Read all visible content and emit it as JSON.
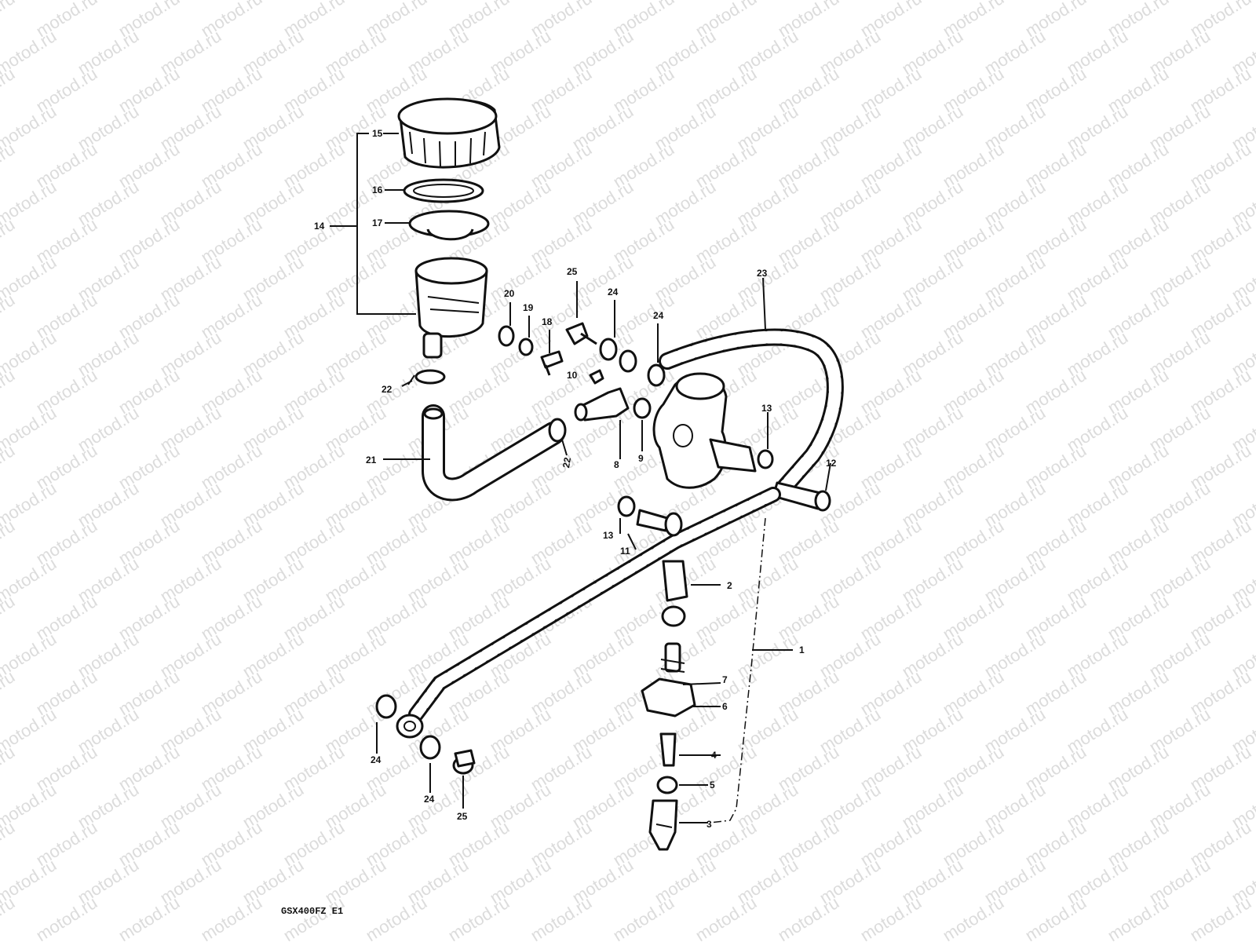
{
  "watermark": {
    "text": "motod.ru"
  },
  "diagram_code": "GSX400FZ E1",
  "callouts": {
    "n1": "1",
    "n2": "2",
    "n3": "3",
    "n4": "4",
    "n5": "5",
    "n6": "6",
    "n7": "7",
    "n8": "8",
    "n9": "9",
    "n10": "10",
    "n11": "11",
    "n12": "12",
    "n13a": "13",
    "n13b": "13",
    "n14": "14",
    "n15": "15",
    "n16": "16",
    "n17": "17",
    "n18": "18",
    "n19": "19",
    "n20": "20",
    "n21": "21",
    "n22a": "22",
    "n22b": "22",
    "n23": "23",
    "n24a": "24",
    "n24b": "24",
    "n24c": "24",
    "n24d": "24",
    "n25a": "25",
    "n25b": "25"
  },
  "colors": {
    "line": "#111111",
    "watermark": "#dcdcdc",
    "background": "#ffffff"
  }
}
